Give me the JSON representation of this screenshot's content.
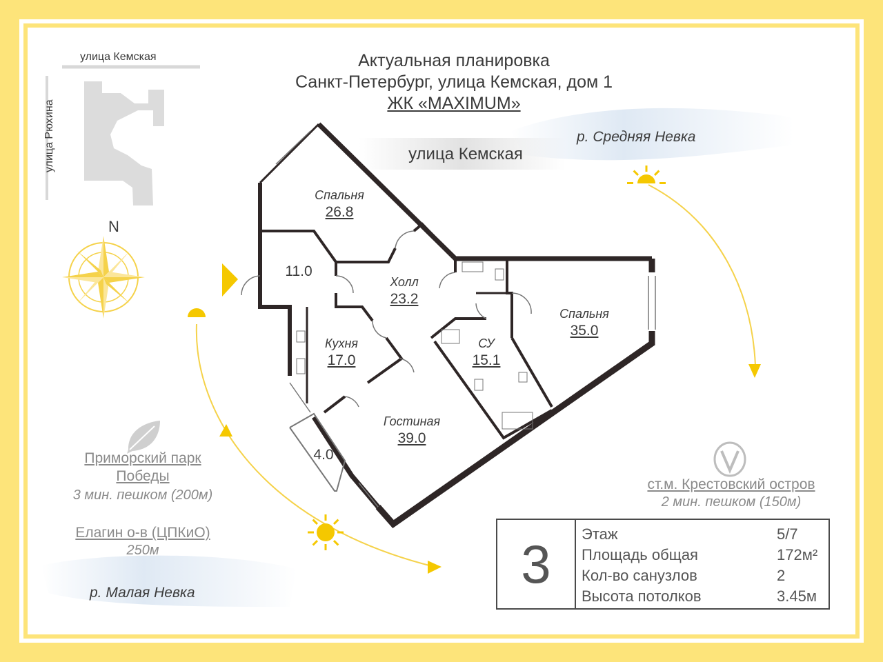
{
  "header": {
    "line1": "Актуальная планировка",
    "line2": "Санкт-Петербург, улица Кемская, дом 1",
    "line3": "ЖК «MAXIMUM»"
  },
  "streets": {
    "kemskaya_top": "улица Кемская",
    "ryukhina": "улица Рюхина",
    "kemskaya_banner": "улица Кемская"
  },
  "rivers": {
    "srednyaya": "р. Средняя Невка",
    "malaya": "р. Малая Невка"
  },
  "compass": {
    "north": "N"
  },
  "rooms": [
    {
      "name": "Спальня",
      "area": "26.8"
    },
    {
      "name": "",
      "area": "11.0"
    },
    {
      "name": "Холл",
      "area": "23.2"
    },
    {
      "name": "Кухня",
      "area": "17.0"
    },
    {
      "name": "СУ",
      "area": "15.1"
    },
    {
      "name": "Спальня",
      "area": "35.0"
    },
    {
      "name": "Гостиная",
      "area": "39.0"
    },
    {
      "name": "",
      "area": "4.0"
    }
  ],
  "poi": {
    "park_line1": "Приморский парк",
    "park_line2": "Победы",
    "park_walk": "3 мин. пешком (200м)",
    "elagin": "Елагин о-в (ЦПКиО)",
    "elagin_dist": "250м",
    "metro": "ст.м. Крестовский остров",
    "metro_walk": "2 мин. пешком (150м)"
  },
  "info": {
    "rooms_count": "3",
    "rows": [
      {
        "label": "Этаж",
        "value": "5/7"
      },
      {
        "label": "Площадь общая",
        "value": "172м²"
      },
      {
        "label": "Кол-во санузлов",
        "value": "2"
      },
      {
        "label": "Высота потолков",
        "value": "3.45м"
      }
    ]
  },
  "colors": {
    "frame": "#fde47a",
    "sun": "#f5c800",
    "wall": "#2e2626"
  }
}
